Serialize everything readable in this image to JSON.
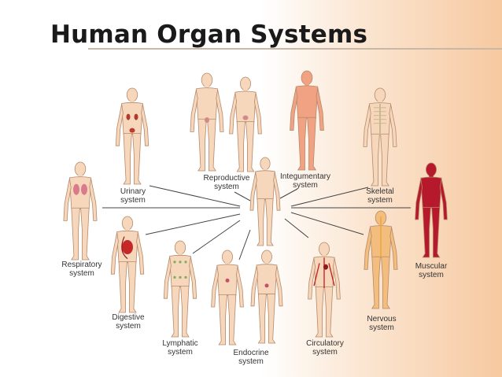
{
  "title": "Human Organ Systems",
  "systems": [
    {
      "key": "urinary",
      "line1": "Urinary",
      "line2": "system"
    },
    {
      "key": "reproductive",
      "line1": "Reproductive",
      "line2": "system"
    },
    {
      "key": "integumentary",
      "line1": "Integumentary",
      "line2": "system"
    },
    {
      "key": "skeletal",
      "line1": "Skeletal",
      "line2": "system"
    },
    {
      "key": "respiratory",
      "line1": "Respiratory",
      "line2": "system"
    },
    {
      "key": "muscular",
      "line1": "Muscular",
      "line2": "system"
    },
    {
      "key": "digestive",
      "line1": "Digestive",
      "line2": "system"
    },
    {
      "key": "nervous",
      "line1": "Nervous",
      "line2": "system"
    },
    {
      "key": "lymphatic",
      "line1": "Lymphatic",
      "line2": "system"
    },
    {
      "key": "endocrine",
      "line1": "Endocrine",
      "line2": "system"
    },
    {
      "key": "circulatory",
      "line1": "Circulatory",
      "line2": "system"
    }
  ],
  "colors": {
    "skin": "#f6d7bb",
    "skin_outline": "#b58a6c",
    "muscle": "#b5192b",
    "blood": "#c62828",
    "nerve": "#f2a33a",
    "lymph": "#7fae5a",
    "bone": "#efe0c2",
    "line": "#444444"
  }
}
